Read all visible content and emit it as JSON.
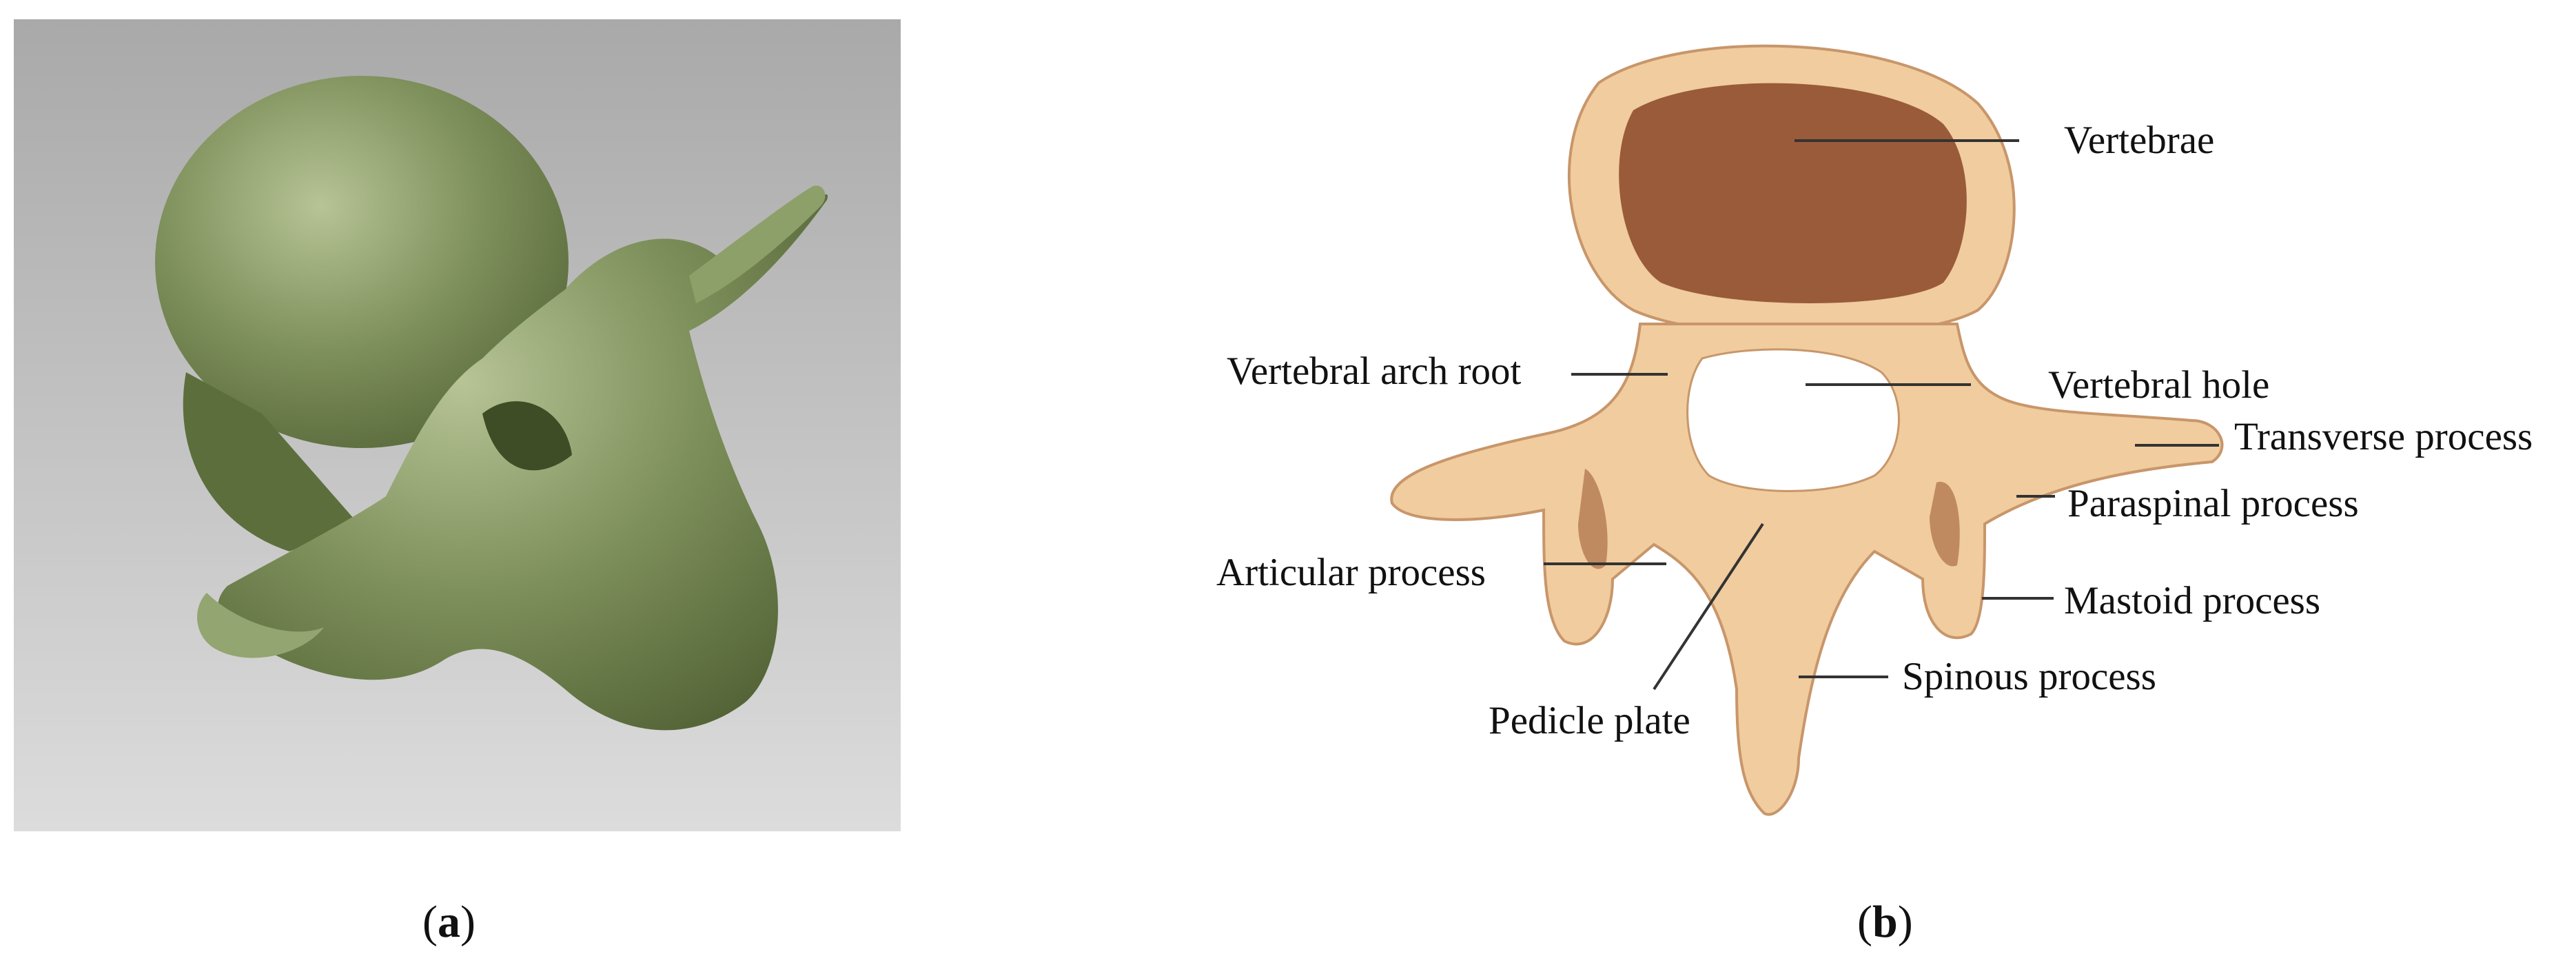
{
  "panel_a": {
    "caption_letter": "a"
  },
  "panel_b": {
    "caption_letter": "b",
    "labels": {
      "vertebrae": "Vertebrae",
      "vertebral_arch_root": "Vertebral arch root",
      "vertebral_hole": "Vertebral hole",
      "transverse_process": "Transverse process",
      "paraspinal_process": "Paraspinal process",
      "articular_process": "Articular process",
      "mastoid_process": "Mastoid process",
      "spinous_process": "Spinous process",
      "pedicle_plate": "Pedicle plate"
    }
  },
  "colors": {
    "model_green": "#7d8f5a",
    "bone_light": "#f0cc9e",
    "bone_dark": "#9a5b3a"
  }
}
